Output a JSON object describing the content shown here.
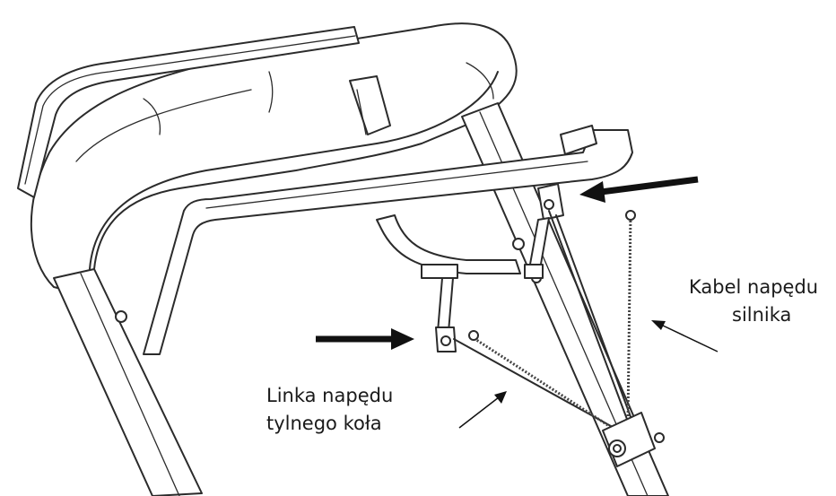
{
  "labels": {
    "engine_drive_cable": [
      "Kabel napędu",
      "silnika"
    ],
    "rear_wheel_drive_cable": [
      "Linka napędu",
      "tylnego koła"
    ]
  },
  "colors": {
    "line": "#2b2b2b",
    "background": "#ffffff"
  }
}
